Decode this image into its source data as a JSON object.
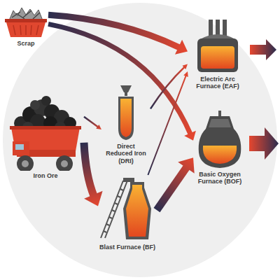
{
  "diagram": {
    "nodes": [
      {
        "text": [
          "Scrap"
        ]
      },
      {
        "text": [
          "Electric Arc Furnace (EAF)"
        ]
      },
      {
        "text": [
          "Direct Reduced Iron (DRI)"
        ]
      },
      {
        "text": [
          "Iron Ore"
        ]
      },
      {
        "text": [
          "Basic Oxygen Furnace (BOF)"
        ]
      },
      {
        "text": [
          "Blast Furnace (BF)"
        ]
      }
    ],
    "edges": [
      {
        "from": 0,
        "to": 1,
        "arrow": "to"
      },
      {
        "from": 0,
        "to": 4,
        "arrow": "to"
      },
      {
        "from": 3,
        "to": 2,
        "arrow": "to"
      },
      {
        "from": 3,
        "to": 5,
        "arrow": "to"
      },
      {
        "from": 2,
        "to": 1,
        "arrow": "to"
      },
      {
        "from": 5,
        "to": 1,
        "arrow": "to"
      },
      {
        "from": 5,
        "to": 4,
        "arrow": "to"
      }
    ]
  }
}
